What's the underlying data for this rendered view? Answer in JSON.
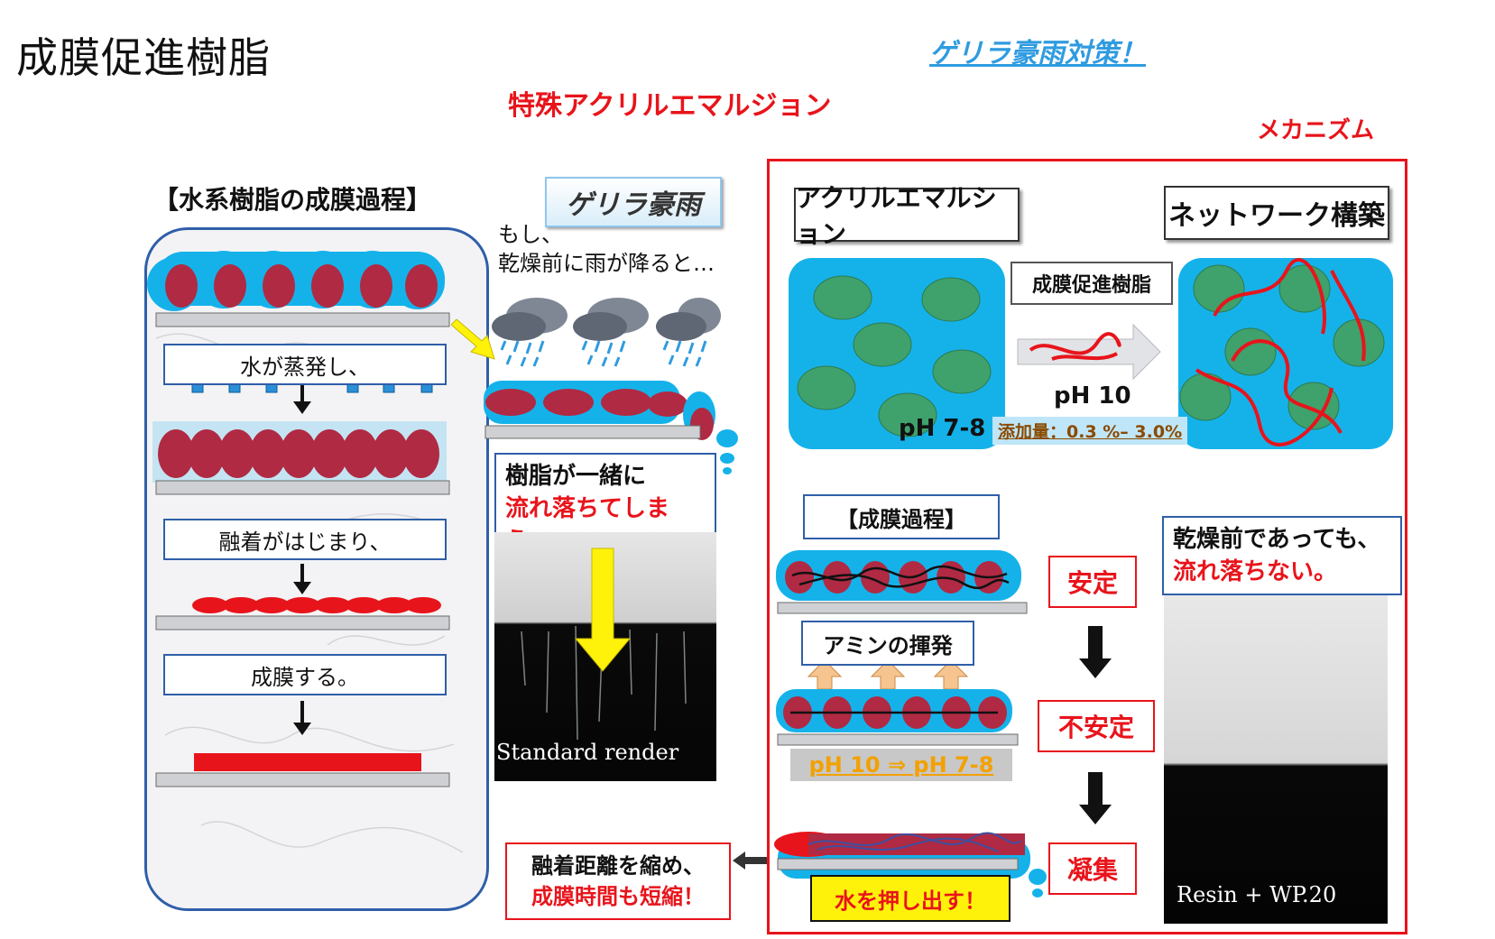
{
  "header": {
    "main_title": "成膜促進樹脂",
    "guerrilla_title": "ゲリラ豪雨対策！",
    "product_name": "特殊アクリルエマルジョン",
    "mechanism_label": "メカニズム"
  },
  "process": {
    "heading": "【水系樹脂の成膜過程】",
    "step1": "水が蒸発し、",
    "step2": "融着がはじまり、",
    "step3": "成膜する。"
  },
  "rain": {
    "badge": "ゲリラ豪雨",
    "line1": "もし、",
    "line2": "乾燥前に雨が降ると…",
    "result_line1": "樹脂が一緒に",
    "result_line2": "流れ落ちてしまう。",
    "photo_caption": "Standard render"
  },
  "mechanism": {
    "acrylic_label": "アクリルエマルション",
    "network_label": "ネットワーク構築",
    "promoter_label": "成膜促進樹脂",
    "ph_high": "pH 10",
    "ph_neutral": "pH 7-8",
    "addition_amount": "添加量：0.3 %– 3.0%",
    "film_process_label": "【成膜過程】",
    "stable": "安定",
    "amine_label": "アミンの揮発",
    "unstable": "不安定",
    "ph_change": "pH 10 ⇒ pH 7-8",
    "aggregation": "凝集",
    "push_water": "水を押し出す！",
    "result_line1": "乾燥前であっても、",
    "result_line2": "流れ落ちない。",
    "photo_caption": "Resin + WP.20"
  },
  "summary": {
    "line1": "融着距離を縮め、",
    "line2": "成膜時間も短縮！"
  },
  "colors": {
    "water": "#15b2ea",
    "resin_particle": "#b02a43",
    "emulsion_particle": "#3fa16c",
    "accent_red": "#e8141b",
    "frame_blue": "#2f5fa8",
    "arrow_up": "#2a8fd6",
    "highlight_yellow": "#fff20a"
  }
}
